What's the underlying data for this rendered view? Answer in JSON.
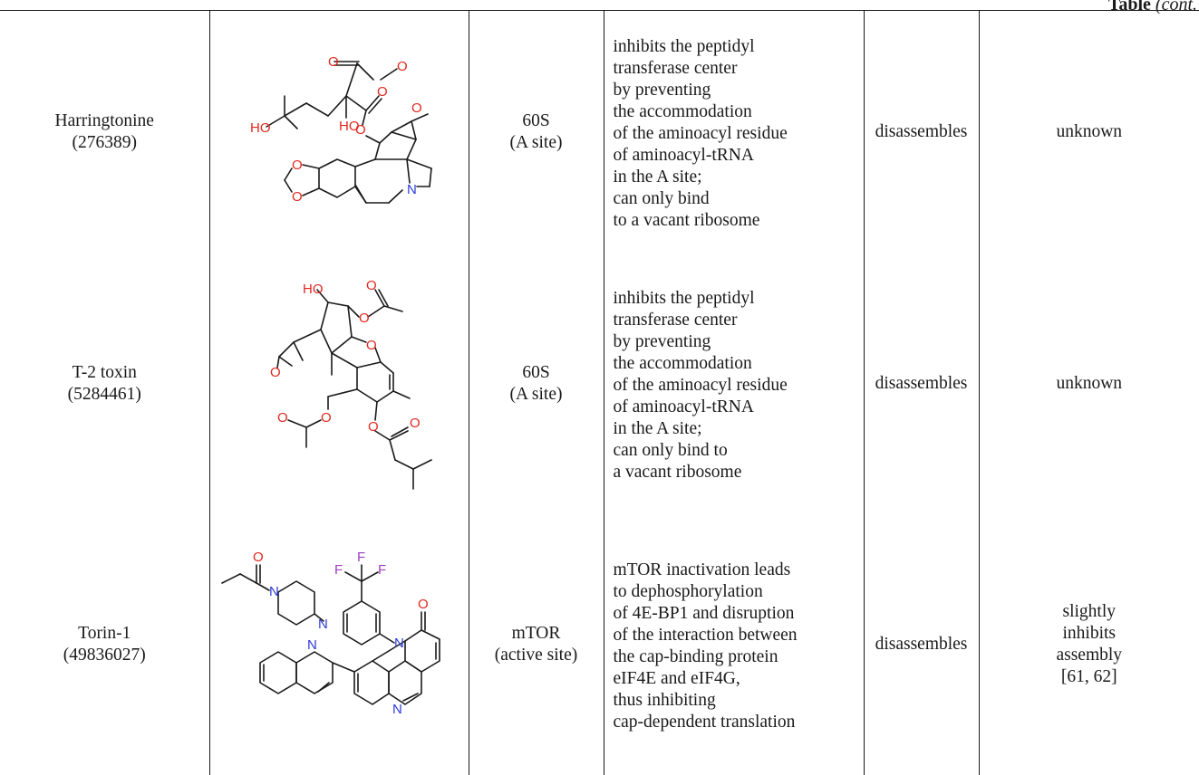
{
  "caption": {
    "label": "Table",
    "cont": "(cont."
  },
  "rows": [
    {
      "compound": [
        "Harringtonine",
        "(276389)"
      ],
      "structure_icon": "harringtonine-structure",
      "target": [
        "60S",
        "(A site)"
      ],
      "mechanism": [
        "inhibits the peptidyl",
        "transferase center",
        "by preventing",
        "the accommodation",
        "of the aminoacyl residue",
        "of aminoacyl-tRNA",
        "in the A site;",
        "can only bind",
        "to a vacant ribosome"
      ],
      "effect1": [
        "disassembles"
      ],
      "effect2": [
        "unknown"
      ]
    },
    {
      "compound": [
        "T-2 toxin",
        "(5284461)"
      ],
      "structure_icon": "t2-toxin-structure",
      "target": [
        "60S",
        "(A site)"
      ],
      "mechanism": [
        "inhibits the peptidyl",
        "transferase center",
        "by preventing",
        "the accommodation",
        "of the aminoacyl residue",
        "of aminoacyl-tRNA",
        "in the A site;",
        "can only bind to",
        "a vacant ribosome"
      ],
      "effect1": [
        "disassembles"
      ],
      "effect2": [
        "unknown"
      ]
    },
    {
      "compound": [
        "Torin-1",
        "(49836027)"
      ],
      "structure_icon": "torin1-structure",
      "target": [
        "mTOR",
        "(active site)"
      ],
      "mechanism": [
        "mTOR inactivation leads",
        "to dephosphorylation",
        "of 4E-BP1 and disruption",
        "of the interaction between",
        "the cap-binding protein",
        "eIF4E and eIF4G,",
        "thus inhibiting",
        "cap-dependent translation"
      ],
      "effect1": [
        "disassembles"
      ],
      "effect2": [
        "slightly",
        "inhibits",
        "assembly",
        "[61, 62]"
      ]
    }
  ],
  "atoms": {
    "o": "O",
    "ho": "HO",
    "n": "N",
    "f": "F"
  },
  "colors": {
    "oxygen": "#e0281e",
    "nitrogen": "#2b3bd6",
    "fluorine": "#a040c0"
  }
}
